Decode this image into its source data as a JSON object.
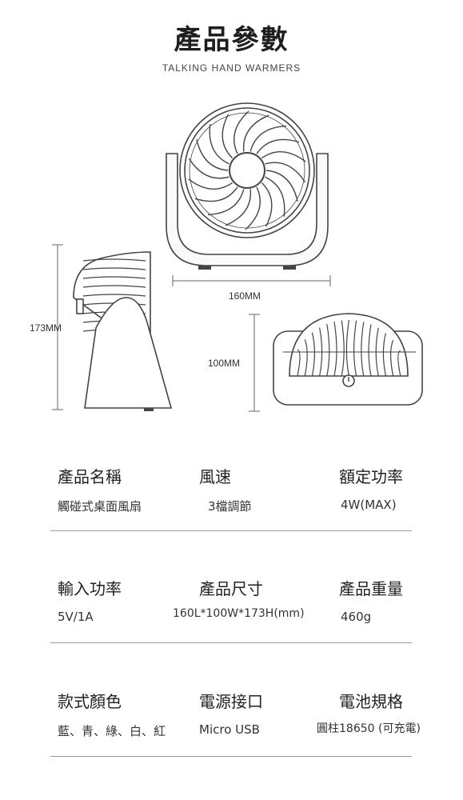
{
  "header": {
    "title": "產品參數",
    "subtitle": "TALKING HAND WARMERS"
  },
  "dimensions": {
    "width": "160MM",
    "height": "173MM",
    "depth": "100MM"
  },
  "specs": [
    [
      {
        "label": "產品名稱",
        "value": "觸碰式桌面風扇"
      },
      {
        "label": "風速",
        "value": "3檔調節"
      },
      {
        "label": "額定功率",
        "value": "4W(MAX)"
      }
    ],
    [
      {
        "label": "輸入功率",
        "value": "5V/1A"
      },
      {
        "label": "產品尺寸",
        "value": "160L*100W*173H(mm)"
      },
      {
        "label": "產品重量",
        "value": "460g"
      }
    ],
    [
      {
        "label": "款式顏色",
        "value": "藍、青、綠、白、紅"
      },
      {
        "label": "電源接口",
        "value": "Micro USB"
      },
      {
        "label": "電池規格",
        "value": "圓柱18650 (可充電)"
      }
    ]
  ]
}
